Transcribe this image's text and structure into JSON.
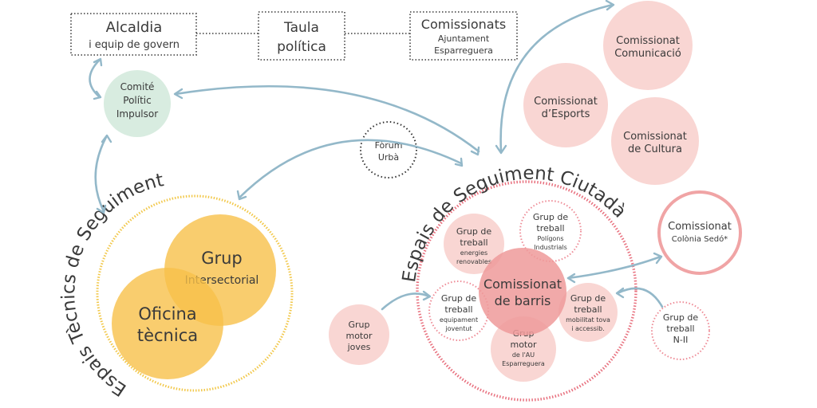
{
  "colors": {
    "arrow": "#93b8c9",
    "pink_light": "#f9d6d3",
    "pink_strong": "#ef9a9a",
    "yellow": "#f7c04a",
    "green": "#d8ece0",
    "text": "#3a3a3a"
  },
  "top_boxes": {
    "alcaldia": {
      "line1": "Alcaldia",
      "line2": "i equip de govern"
    },
    "taula": {
      "line1": "Taula",
      "line2": "política"
    },
    "comissionats": {
      "line1": "Comissionats",
      "line2": "Ajuntament",
      "line3": "Esparreguera"
    }
  },
  "comite": {
    "line1": "Comité",
    "line2": "Polític",
    "line3": "Impulsor"
  },
  "forum": {
    "line1": "Fòrum",
    "line2": "Urbà"
  },
  "tecnics": {
    "arc_title": "Espais Tècnics de Seguiment",
    "grup": {
      "line1": "Grup",
      "line2": "Intersectorial"
    },
    "oficina": {
      "line1": "Oficina",
      "line2": "tècnica"
    }
  },
  "commissions_top": [
    {
      "line1": "Comissionat",
      "line2": "Comunicació"
    },
    {
      "line1": "Comissionat",
      "line2": "d’Esports"
    },
    {
      "line1": "Comissionat",
      "line2": "de Cultura"
    }
  ],
  "ciutada": {
    "arc_title": "Espais de Seguiment Ciutadà",
    "center": {
      "line1": "Comissionat",
      "line2": "de barris"
    },
    "energies": {
      "line1": "Grup de",
      "line2": "treball",
      "line3": "energies",
      "line4": "renovables"
    },
    "poligons": {
      "line1": "Grup de",
      "line2": "treball",
      "line3": "Polígons",
      "line4": "Industrials"
    },
    "equipament": {
      "line1": "Grup de",
      "line2": "treball",
      "line3": "equipament",
      "line4": "joventut"
    },
    "mobilitat": {
      "line1": "Grup de",
      "line2": "treball",
      "line3": "mobilitat tova",
      "line4": "i accessib."
    },
    "motor_au": {
      "line1": "Grup",
      "line2": "motor",
      "line3": "de l'AU",
      "line4": "Esparreguera"
    }
  },
  "motor_joves": {
    "line1": "Grup",
    "line2": "motor",
    "line3": "joves"
  },
  "colonia": {
    "line1": "Comissionat",
    "line2": "Colònia Sedó*"
  },
  "n2": {
    "line1": "Grup de",
    "line2": "treball",
    "line3": "N-II"
  }
}
